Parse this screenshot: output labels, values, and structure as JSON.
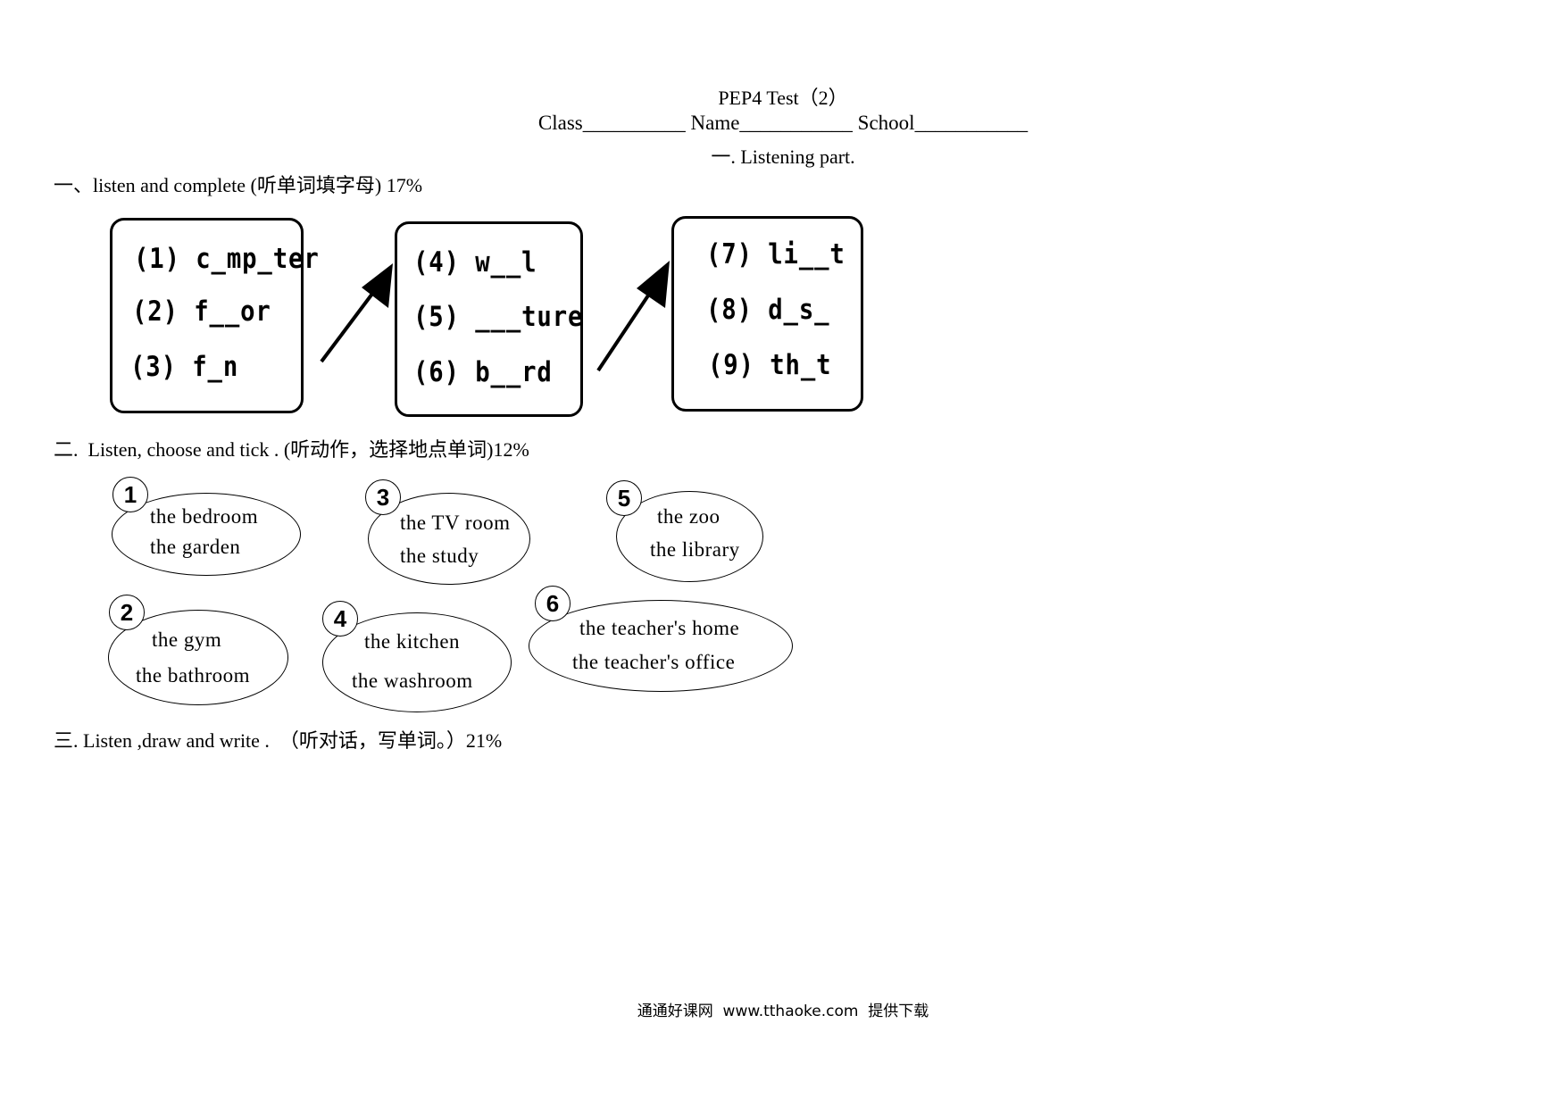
{
  "header": {
    "title": "PEP4 Test（2）",
    "info_line": "Class__________ Name___________ School___________",
    "part_title": "一. Listening part."
  },
  "section1": {
    "heading": "一、listen and complete (听单词填字母) 17%",
    "boxes": [
      {
        "items": [
          "(1) c_mp_ter",
          "(2) f__or",
          "(3) f_n"
        ]
      },
      {
        "items": [
          "(4) w__l",
          "(5) ___ture",
          "(6) b__rd"
        ]
      },
      {
        "items": [
          "(7) li__t",
          "(8) d_s_",
          "(9) th_t"
        ]
      }
    ]
  },
  "section2": {
    "heading": "二.  Listen, choose and tick . (听动作，选择地点单词)12%",
    "bubbles": [
      {
        "num": "1",
        "options": [
          "the bedroom",
          "the garden"
        ]
      },
      {
        "num": "2",
        "options": [
          "the gym",
          "the bathroom"
        ]
      },
      {
        "num": "3",
        "options": [
          "the TV room",
          "the study"
        ]
      },
      {
        "num": "4",
        "options": [
          "the kitchen",
          "the washroom"
        ]
      },
      {
        "num": "5",
        "options": [
          "the zoo",
          "the library"
        ]
      },
      {
        "num": "6",
        "options": [
          "the teacher's home",
          "the teacher's office"
        ]
      }
    ]
  },
  "section3": {
    "heading": "三. Listen ,draw and write .  （听对话，写单词。）21%"
  },
  "footer": {
    "text": "通通好课网  www.tthaoke.com  提供下载"
  }
}
